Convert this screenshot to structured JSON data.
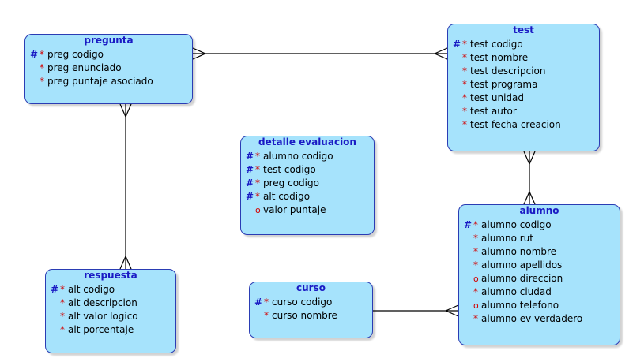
{
  "diagram": {
    "entities": [
      {
        "id": "pregunta",
        "title": "pregunta",
        "attributes": [
          {
            "key": "#",
            "flag": "*",
            "name": "preg codigo"
          },
          {
            "key": "",
            "flag": "*",
            "name": "preg enunciado"
          },
          {
            "key": "",
            "flag": "*",
            "name": "preg puntaje asociado"
          }
        ]
      },
      {
        "id": "test",
        "title": "test",
        "attributes": [
          {
            "key": "#",
            "flag": "*",
            "name": "test codigo"
          },
          {
            "key": "",
            "flag": "*",
            "name": "test nombre"
          },
          {
            "key": "",
            "flag": "*",
            "name": "test descripcion"
          },
          {
            "key": "",
            "flag": "*",
            "name": "test programa"
          },
          {
            "key": "",
            "flag": "*",
            "name": "test unidad"
          },
          {
            "key": "",
            "flag": "*",
            "name": "test autor"
          },
          {
            "key": "",
            "flag": "*",
            "name": "test fecha creacion"
          }
        ]
      },
      {
        "id": "detalle-evaluacion",
        "title": "detalle evaluacion",
        "attributes": [
          {
            "key": "#",
            "flag": "*",
            "name": "alumno codigo"
          },
          {
            "key": "#",
            "flag": "*",
            "name": "test codigo"
          },
          {
            "key": "#",
            "flag": "*",
            "name": "preg codigo"
          },
          {
            "key": "#",
            "flag": "*",
            "name": "alt codigo"
          },
          {
            "key": "",
            "flag": "o",
            "name": "valor puntaje"
          }
        ]
      },
      {
        "id": "alumno",
        "title": "alumno",
        "attributes": [
          {
            "key": "#",
            "flag": "*",
            "name": "alumno codigo"
          },
          {
            "key": "",
            "flag": "*",
            "name": "alumno rut"
          },
          {
            "key": "",
            "flag": "*",
            "name": "alumno nombre"
          },
          {
            "key": "",
            "flag": "*",
            "name": "alumno apellidos"
          },
          {
            "key": "",
            "flag": "o",
            "name": "alumno direccion"
          },
          {
            "key": "",
            "flag": "*",
            "name": "alumno ciudad"
          },
          {
            "key": "",
            "flag": "o",
            "name": "alumno telefono"
          },
          {
            "key": "",
            "flag": "*",
            "name": "alumno ev verdadero"
          }
        ]
      },
      {
        "id": "respuesta",
        "title": "respuesta",
        "attributes": [
          {
            "key": "#",
            "flag": "*",
            "name": "alt codigo"
          },
          {
            "key": "",
            "flag": "*",
            "name": "alt descripcion"
          },
          {
            "key": "",
            "flag": "*",
            "name": "alt valor logico"
          },
          {
            "key": "",
            "flag": "*",
            "name": "alt porcentaje"
          }
        ]
      },
      {
        "id": "curso",
        "title": "curso",
        "attributes": [
          {
            "key": "#",
            "flag": "*",
            "name": "curso codigo"
          },
          {
            "key": "",
            "flag": "*",
            "name": "curso nombre"
          }
        ]
      }
    ],
    "relationships": [
      {
        "from": "pregunta",
        "to": "test",
        "from_end": "many",
        "to_end": "many"
      },
      {
        "from": "pregunta",
        "to": "respuesta",
        "from_end": "many",
        "to_end": "many"
      },
      {
        "from": "test",
        "to": "alumno",
        "from_end": "many",
        "to_end": "many"
      },
      {
        "from": "curso",
        "to": "alumno",
        "from_end": "one",
        "to_end": "many"
      }
    ],
    "colors": {
      "entity_fill": "#a6e3fc",
      "entity_border": "#2a3cb4",
      "title_text": "#1a1ac4",
      "key_marker": "#1a1ac4",
      "flag_marker": "#d40000",
      "line": "#000000"
    }
  }
}
